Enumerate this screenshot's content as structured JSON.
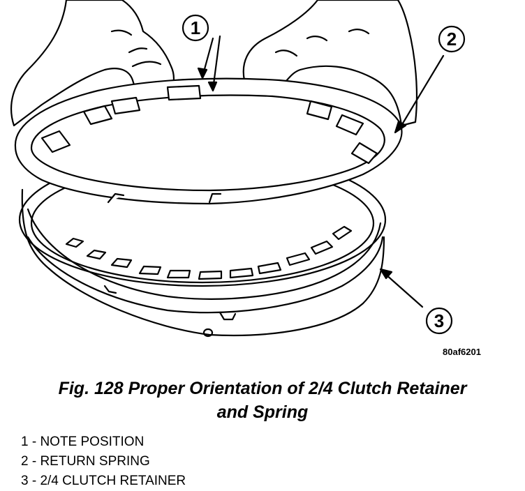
{
  "figure": {
    "callouts": [
      {
        "number": "1"
      },
      {
        "number": "2"
      },
      {
        "number": "3"
      }
    ],
    "figure_id": "80af6201"
  },
  "caption": {
    "line1": "Fig. 128 Proper Orientation of 2/4 Clutch Retainer",
    "line2": "and Spring"
  },
  "legend": [
    "1 - NOTE POSITION",
    "2 - RETURN SPRING",
    "3 - 2/4 CLUTCH RETAINER"
  ]
}
